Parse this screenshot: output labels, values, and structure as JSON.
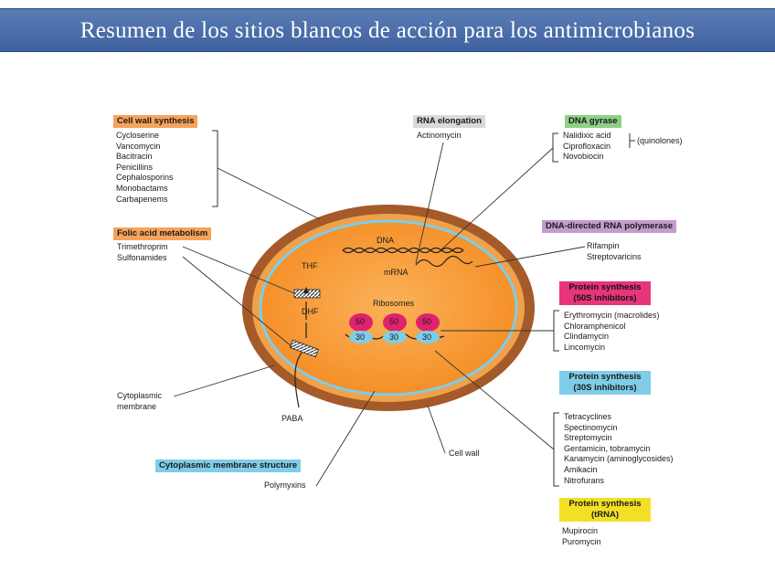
{
  "title": "Resumen de los sitios blancos de acción para los antimicrobianos",
  "cell_parts": {
    "dna": "DNA",
    "mrna": "mRNA",
    "ribosomes": "Ribosomes",
    "thf": "THF",
    "dhf": "DHF",
    "paba": "PABA",
    "ribosome_50": "50",
    "ribosome_30": "30"
  },
  "targets": {
    "cell_wall_synthesis": {
      "label": "Cell wall synthesis",
      "drugs": [
        "Cycloserine",
        "Vancomycin",
        "Bacitracin",
        "Penicillins",
        "Cephalosporins",
        "Monobactams",
        "Carbapenems"
      ]
    },
    "rna_elongation": {
      "label": "RNA elongation",
      "drugs": [
        "Actinomycin"
      ]
    },
    "dna_gyrase": {
      "label": "DNA gyrase",
      "drugs": [
        "Nalidixic acid",
        "Ciprofloxacin",
        "Novobiocin"
      ],
      "group_note": "(quinolones)"
    },
    "folic_acid": {
      "label": "Folic acid metabolism",
      "drugs": [
        "Trimethroprim",
        "Sulfonamides"
      ]
    },
    "rna_polymerase": {
      "label": "DNA-directed RNA polymerase",
      "drugs": [
        "Rifampin",
        "Streptovaricins"
      ]
    },
    "protein_50s": {
      "label_line1": "Protein synthesis",
      "label_line2": "(50S inhibitors)",
      "drugs": [
        "Erythromycin (macrolides)",
        "Chloramphenicol",
        "Clindamycin",
        "Lincomycin"
      ]
    },
    "protein_30s": {
      "label_line1": "Protein synthesis",
      "label_line2": "(30S inhibitors)",
      "drugs": [
        "Tetracyclines",
        "Spectinomycin",
        "Streptomycin",
        "Gentamicin, tobramycin",
        "Kanamycin (aminoglycosides)",
        "Amikacin",
        "Nitrofurans"
      ]
    },
    "protein_trna": {
      "label_line1": "Protein synthesis",
      "label_line2": "(tRNA)",
      "drugs": [
        "Mupirocin",
        "Puromycin"
      ]
    },
    "cytoplasmic_membrane": {
      "label": "Cytoplasmic membrane structure",
      "drugs": [
        "Polymyxins"
      ]
    }
  },
  "annotations": {
    "cytoplasmic_membrane_line1": "Cytoplasmic",
    "cytoplasmic_membrane_line2": "membrane",
    "cell_wall": "Cell wall"
  },
  "colors": {
    "title_bar": "#4a6ea9",
    "cell_wall": "#a55a2a",
    "cytoplasm": "#f7922a",
    "membrane": "#7fcde8",
    "ribosome_50s": "#e0226e",
    "ribosome_30s": "#7fcde8"
  }
}
